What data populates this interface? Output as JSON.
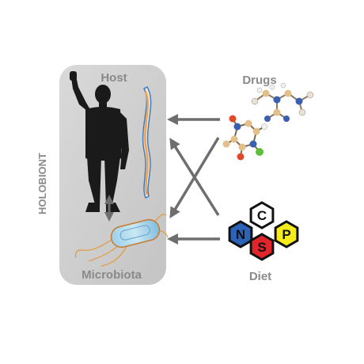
{
  "labels": {
    "host": "Host",
    "microbiota": "Microbiota",
    "holobiont": "HOLOBIONT",
    "drugs": "Drugs",
    "diet": "Diet"
  },
  "nutrients": [
    {
      "letter": "C",
      "color": "#ffffff"
    },
    {
      "letter": "N",
      "color": "#2a63b8"
    },
    {
      "letter": "S",
      "color": "#e0262b"
    },
    {
      "letter": "P",
      "color": "#f5ec1c"
    }
  ],
  "colors": {
    "panel": "#cfcfcf",
    "arrow": "#6e6e6e",
    "label": "#8a8a8a",
    "silhouette": "#1a1a1a",
    "worm_outline": "#3b7fc4",
    "worm_stripe": "#f0a050"
  }
}
